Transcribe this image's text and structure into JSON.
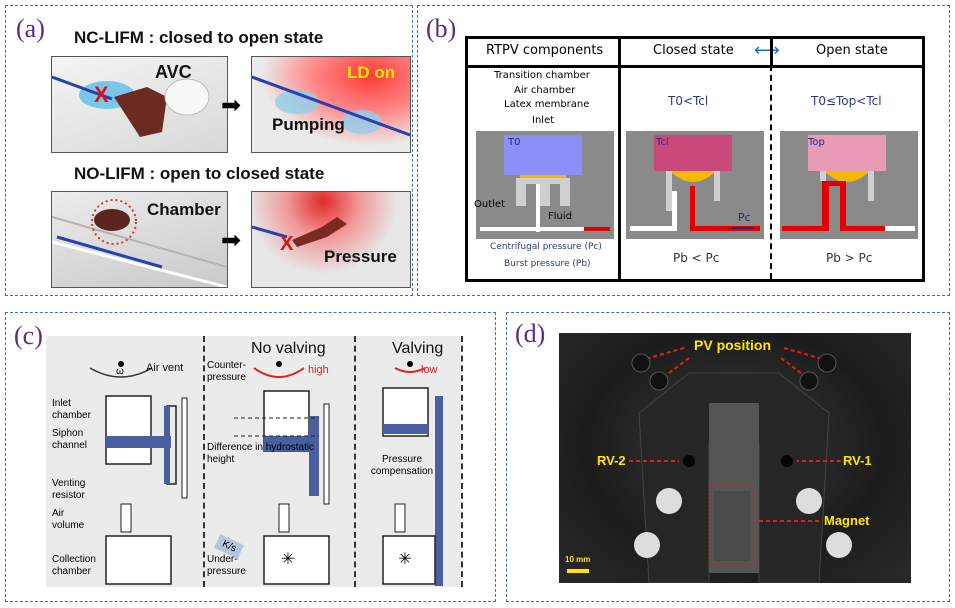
{
  "panels": {
    "a": {
      "label": "(a)",
      "nc_title": "NC-LIFM : closed to open state",
      "avc_label": "AVC",
      "ld_label": "LD on",
      "pumping_label": "Pumping",
      "no_title": "NO-LIFM : open to closed state",
      "chamber_label": "Chamber",
      "pressure_label": "Pressure"
    },
    "b": {
      "label": "(b)",
      "headers": [
        "RTPV components",
        "Closed state",
        "Open state"
      ],
      "components": [
        "Transition chamber",
        "Air chamber",
        "Latex membrane",
        "Inlet",
        "Outlet",
        "Fluid"
      ],
      "t0": "T0",
      "tcl": "Tcl",
      "top": "Top",
      "pc": "Pc",
      "closed_condition": "T0<Tcl",
      "open_condition": "T0≤Top<Tcl",
      "legend_centrifugal": "Centrifugal pressure (Pc)",
      "legend_burst": "Burst pressure (Pb)",
      "closed_pressure": "Pb < Pc",
      "open_pressure": "Pb > Pc"
    },
    "c": {
      "label": "(c)",
      "air_vent": "Air vent",
      "omega": "ω",
      "labels_left": [
        "Inlet chamber",
        "Siphon channel",
        "Venting resistor",
        "Air volume",
        "Collection chamber"
      ],
      "no_valving_title": "No valving",
      "high": "high",
      "counter_pressure": "Counter-pressure",
      "difference": "Difference in hydrostatic height",
      "ks": "K/s",
      "under_pressure": "Under-pressure",
      "valving_title": "Valving",
      "low": "low",
      "pressure_comp": "Pressure compensation"
    },
    "d": {
      "label": "(d)",
      "pv_position": "PV position",
      "rv2": "RV-2",
      "rv1": "RV-1",
      "magnet": "Magnet",
      "scale": "10 mm"
    }
  },
  "colors": {
    "panel_border": "#3a6fb5",
    "panel_label": "#5a2d82",
    "fluid_blue": "#4a5fa0",
    "red": "#e00000",
    "yellow_label": "#ffe600"
  }
}
